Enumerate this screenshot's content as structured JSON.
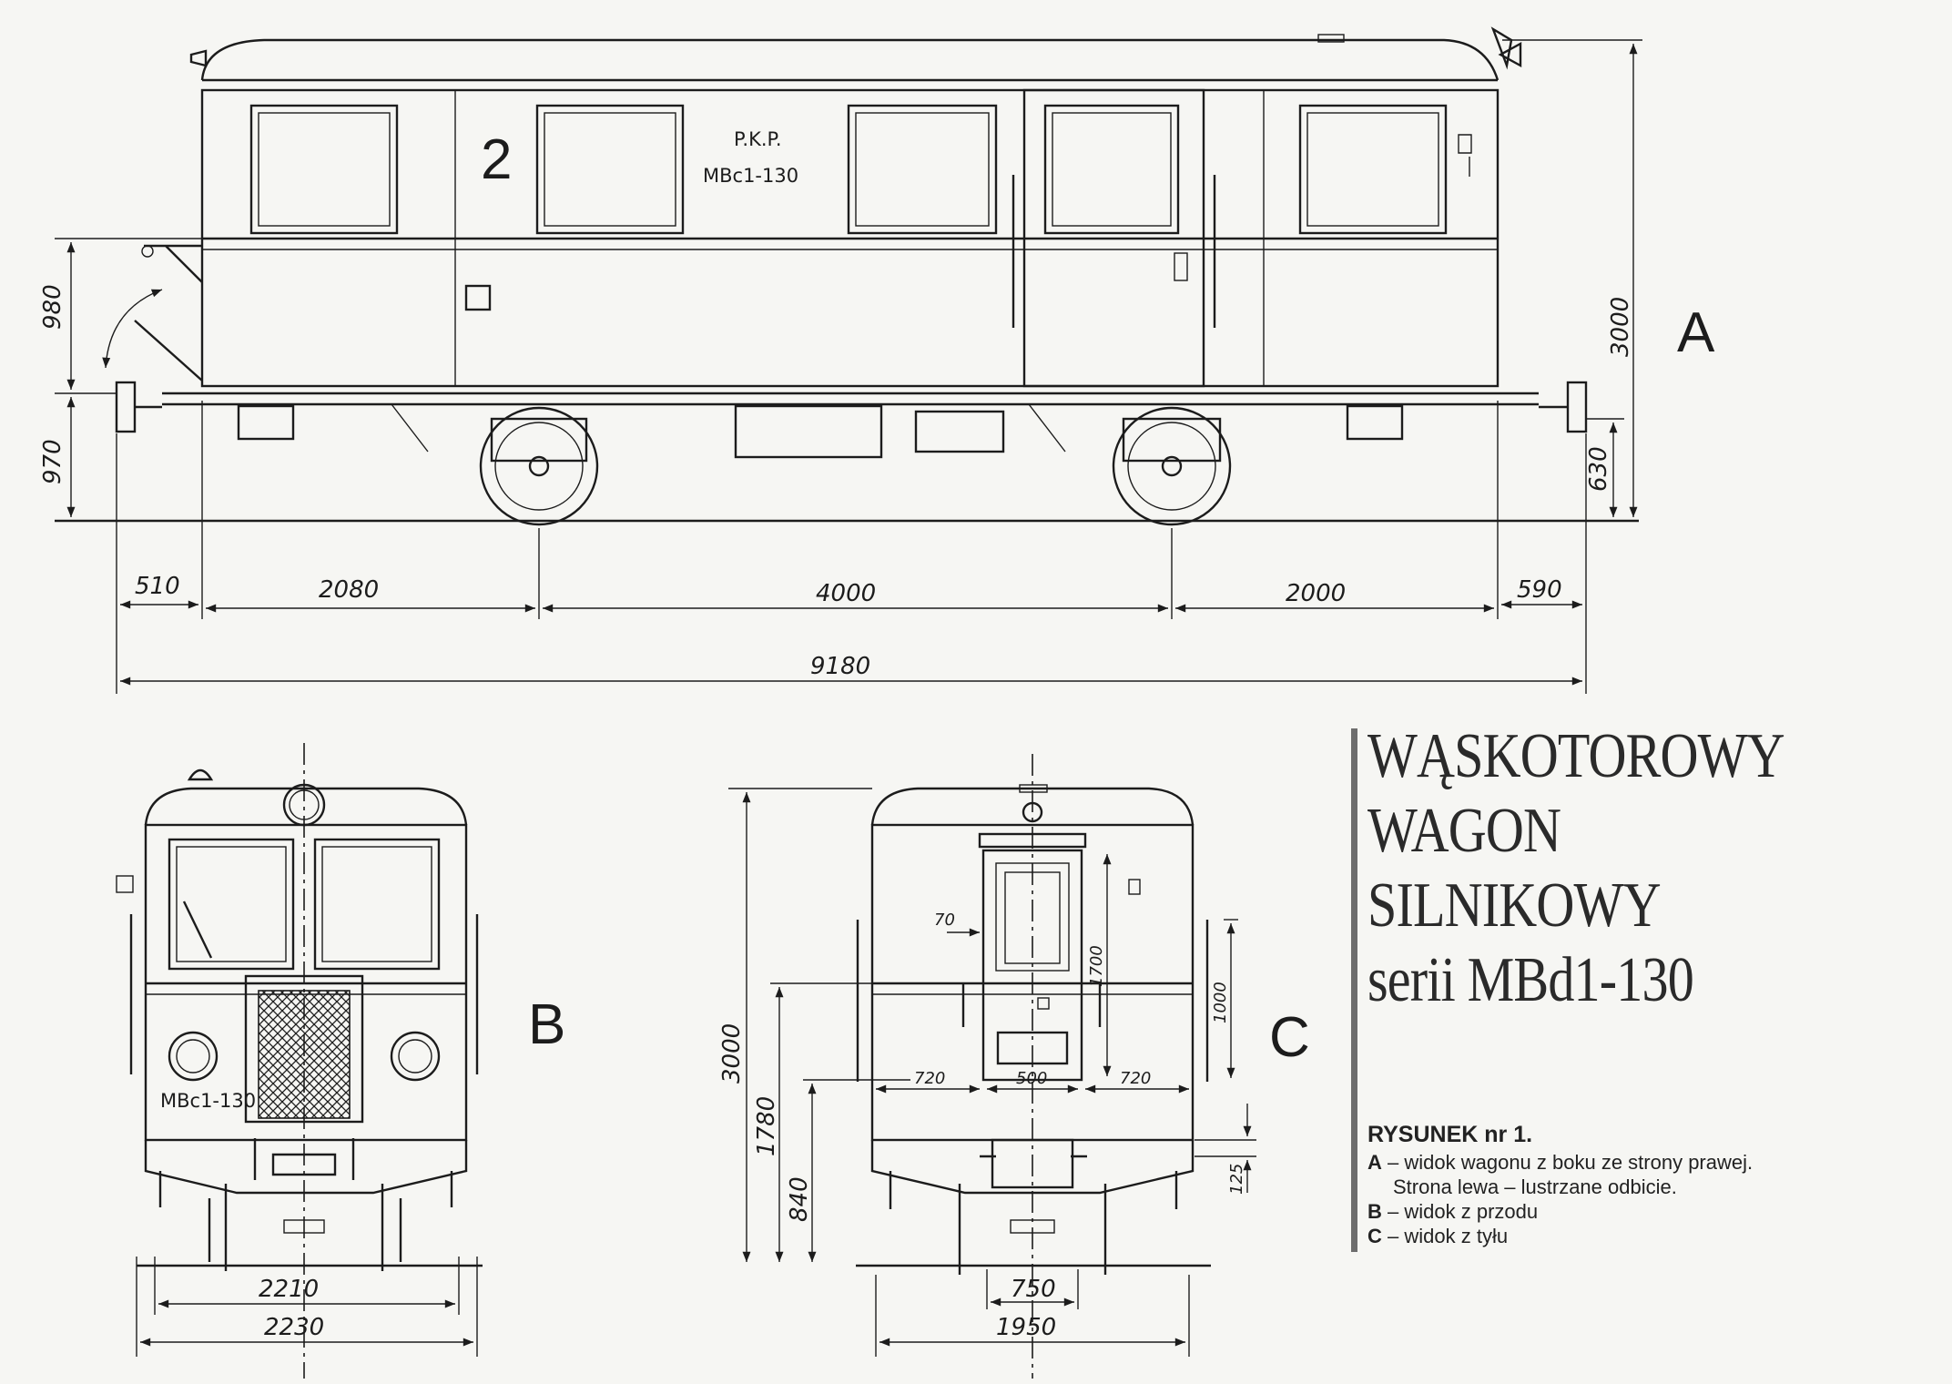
{
  "views": {
    "side": {
      "letter": "A",
      "plate": {
        "number": "2",
        "owner": "P.K.P.",
        "series": "MBc1-130"
      },
      "dims": {
        "height_total": "3000",
        "height_upper": "980",
        "height_buffer": "970",
        "height_floor": "630",
        "overhang_front": "510",
        "body_to_axle": "2080",
        "wheelbase": "4000",
        "axle_to_body": "2000",
        "overhang_rear": "590",
        "overall_length": "9180"
      }
    },
    "front": {
      "letter": "B",
      "plate": "MBc1-130",
      "dims": {
        "width_inner": "2210",
        "width_outer": "2230"
      }
    },
    "rear": {
      "letter": "C",
      "dims": {
        "height_total": "3000",
        "height_1780": "1780",
        "height_840": "840",
        "door_height": "1700",
        "handrail": "1000",
        "offset_70": "70",
        "panel_left": "720",
        "door_width": "500",
        "panel_right": "720",
        "step_125": "125",
        "width_750": "750",
        "width_1950": "1950"
      }
    }
  },
  "title": {
    "lines": [
      "WĄSKOTOROWY",
      "WAGON",
      "SILNIKOWY",
      "serii MBd1-130"
    ]
  },
  "caption": {
    "heading": "RYSUNEK nr 1.",
    "items": [
      {
        "key": "A",
        "text": "– widok wagonu z boku ze strony prawej."
      },
      {
        "key": "",
        "text": "Strona lewa – lustrzane odbicie."
      },
      {
        "key": "B",
        "text": "– widok z przodu"
      },
      {
        "key": "C",
        "text": "– widok z tyłu"
      }
    ]
  }
}
